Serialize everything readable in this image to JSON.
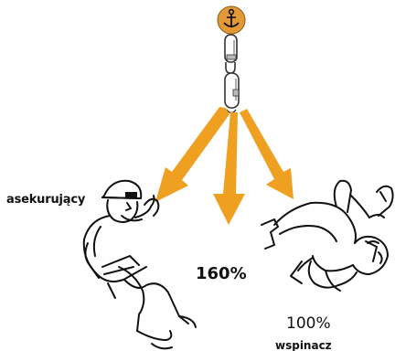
{
  "colors": {
    "arrow": "#F0A020",
    "anchor_circle": "#E39A36",
    "ink": "#111111",
    "background": "#ffffff"
  },
  "icons": {
    "anchor": "anchor-icon",
    "carabiner": "carabiner-icon"
  },
  "labels": {
    "belayer": "asekurujący",
    "center_percent": "160%",
    "climber_percent": "100%",
    "climber": "wspinacz"
  }
}
